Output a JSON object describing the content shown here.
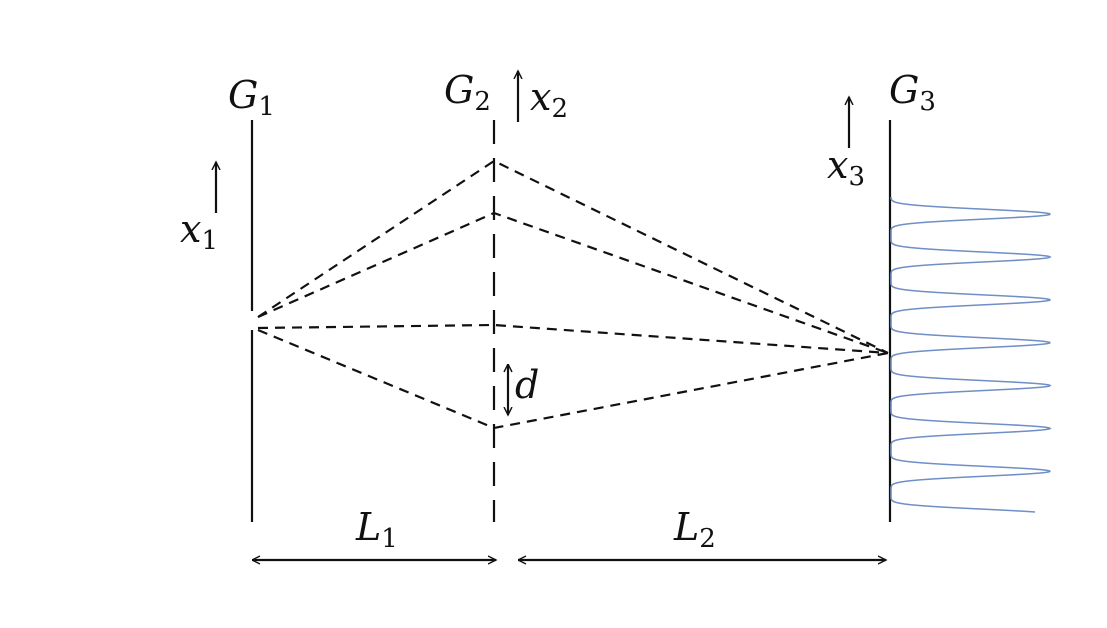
{
  "labels": {
    "g1": {
      "base": "G",
      "sub": "1"
    },
    "g2": {
      "base": "G",
      "sub": "2"
    },
    "g3": {
      "base": "G",
      "sub": "3"
    },
    "x1": {
      "base": "x",
      "sub": "1"
    },
    "x2": {
      "base": "x",
      "sub": "2"
    },
    "x3": {
      "base": "x",
      "sub": "3"
    },
    "d": "d",
    "l1": {
      "base": "L",
      "sub": "1"
    },
    "l2": {
      "base": "L",
      "sub": "2"
    }
  },
  "colors": {
    "lines": "#111111",
    "intensity_curve": "#6f8fc6"
  },
  "intensity_profile": {
    "peak_count": 7
  }
}
